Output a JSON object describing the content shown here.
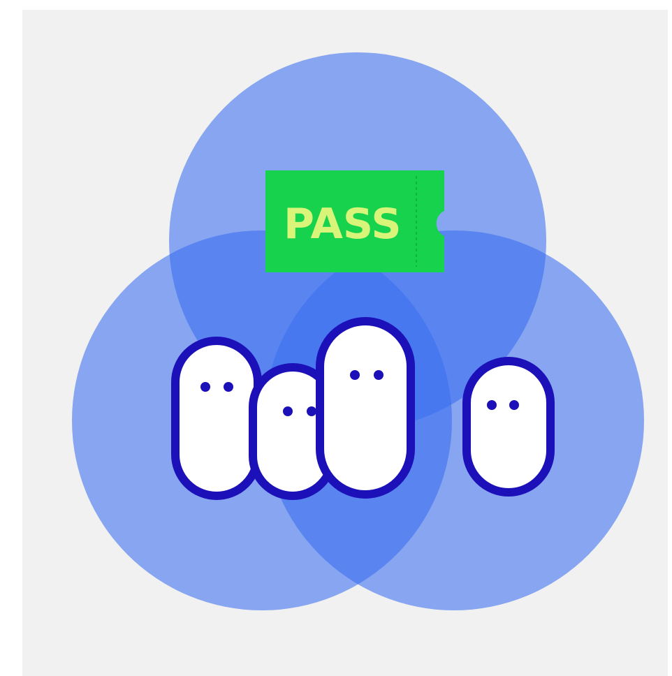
{
  "illustration": {
    "ticket": {
      "label": "PASS"
    },
    "circles": [
      "top-circle",
      "left-circle",
      "right-circle"
    ],
    "figures": [
      "figure-1",
      "figure-2",
      "figure-3",
      "figure-4"
    ]
  },
  "colors": {
    "background": "#f1f1f1",
    "circle_fill": "#3a6ff0",
    "ticket_green": "#16d24d",
    "ticket_text": "#d8f57a",
    "figure_outline": "#1c10b8",
    "figure_body": "#ffffff",
    "eyes": "#1c10b8"
  },
  "icons": {
    "ticket": "ticket-icon",
    "people": "people-icon"
  }
}
